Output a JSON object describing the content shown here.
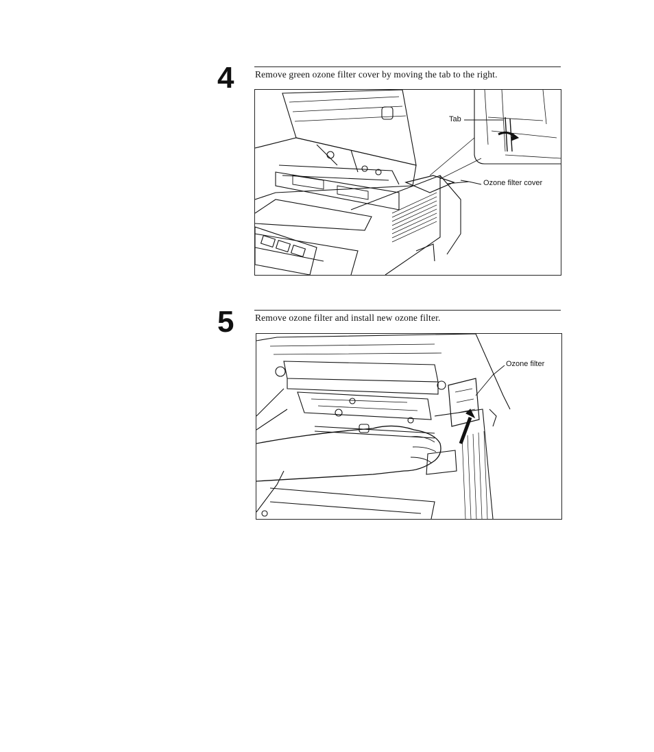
{
  "steps": [
    {
      "number": "4",
      "instruction": "Remove green ozone filter cover by moving the tab to the right.",
      "callouts": {
        "tab": "Tab",
        "cover": "Ozone filter cover"
      }
    },
    {
      "number": "5",
      "instruction": "Remove ozone filter and install new ozone filter.",
      "callouts": {
        "filter": "Ozone filter"
      }
    }
  ]
}
